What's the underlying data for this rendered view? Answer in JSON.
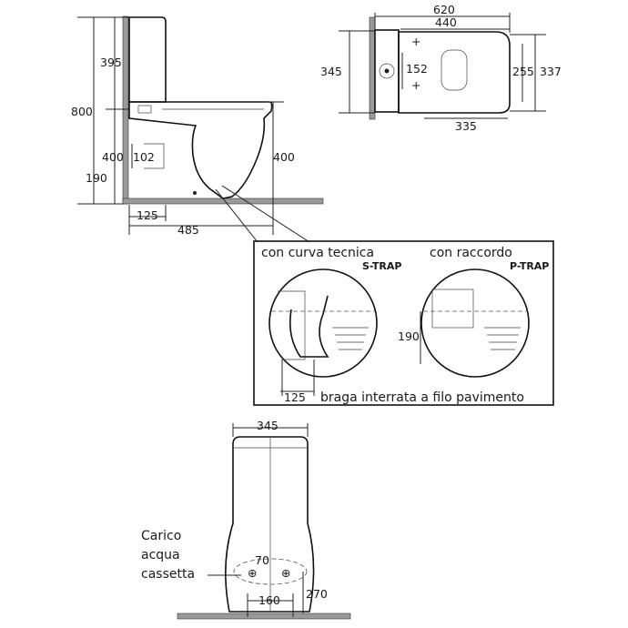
{
  "side_view": {
    "dims": {
      "total_height": "800",
      "tank_height": "395",
      "seat_height_left": "400",
      "trap_height": "190",
      "outlet_offset": "102",
      "seat_height_right": "400",
      "outlet_distance": "125",
      "depth": "485"
    }
  },
  "top_view": {
    "dims": {
      "total_length": "620",
      "bowl_length": "440",
      "tank_width": "345",
      "hole_spacing": "152",
      "inner_width": "255",
      "outer_width": "337",
      "bowl_inner_length": "335"
    }
  },
  "detail_box": {
    "left": {
      "title": "con curva tecnica",
      "subtitle": "S-TRAP",
      "dim": "125",
      "caption": "braga interrata a filo pavimento"
    },
    "right": {
      "title": "con raccordo",
      "subtitle": "P-TRAP",
      "dim": "190"
    }
  },
  "front_view": {
    "dims": {
      "width": "345",
      "inlet_spacing": "70",
      "fixing_spacing": "160",
      "fixing_height": "270"
    },
    "note_lines": [
      "Carico",
      "acqua",
      "cassetta"
    ]
  }
}
